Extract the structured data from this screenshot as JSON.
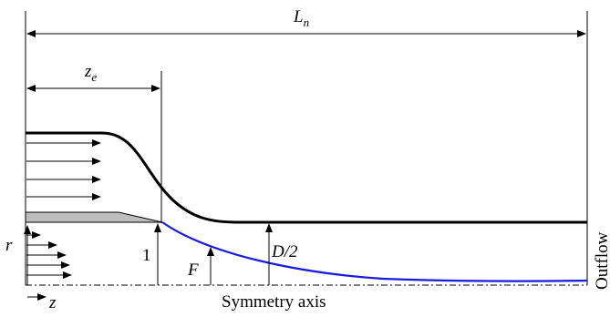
{
  "labels": {
    "length": "L",
    "length_sub": "n",
    "entrance": "z",
    "entrance_sub": "e",
    "radial": "r",
    "axial": "z",
    "one": "1",
    "flame": "F",
    "half_diameter": "D/2",
    "symmetry_axis": "Symmetry axis",
    "outflow": "Outflow"
  },
  "colors": {
    "walls": "#000000",
    "flame_curve": "#1a1adf",
    "plate": "#bdbdbd"
  }
}
